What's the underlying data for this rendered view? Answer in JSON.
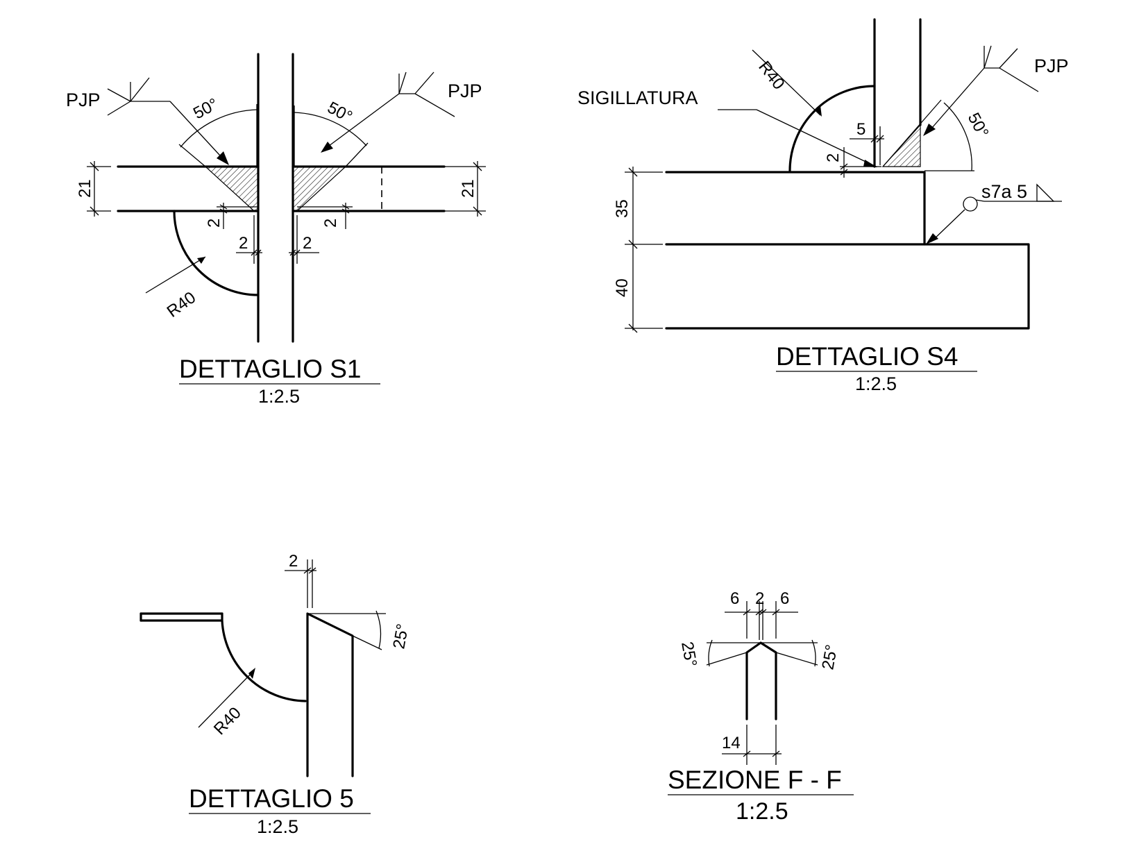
{
  "colors": {
    "line": "#000000",
    "background": "#ffffff"
  },
  "details": {
    "s1": {
      "title": "DETTAGLIO S1",
      "scale": "1:2.5",
      "weld_left": "PJP",
      "weld_right": "PJP",
      "angle_left": "50°",
      "angle_right": "50°",
      "thickness_left": "21",
      "thickness_right": "21",
      "gap_left_v": "2",
      "gap_left_h": "2",
      "gap_right_v": "2",
      "gap_right_h": "2",
      "radius": "R40"
    },
    "s4": {
      "title": "DETTAGLIO S4",
      "scale": "1:2.5",
      "weld": "PJP",
      "angle": "50°",
      "radius": "R40",
      "seal_label": "SIGILLATURA",
      "dim_5": "5",
      "dim_2": "2",
      "dim_35": "35",
      "dim_40": "40",
      "fillet": "s7a 5"
    },
    "d5": {
      "title": "DETTAGLIO 5",
      "scale": "1:2.5",
      "dim_2": "2",
      "angle": "25°",
      "radius": "R40"
    },
    "ff": {
      "title": "SEZIONE F - F",
      "scale": "1:2.5",
      "dim_6_left": "6",
      "dim_2": "2",
      "dim_6_right": "6",
      "angle_left": "25°",
      "angle_right": "25°",
      "dim_14": "14"
    }
  }
}
